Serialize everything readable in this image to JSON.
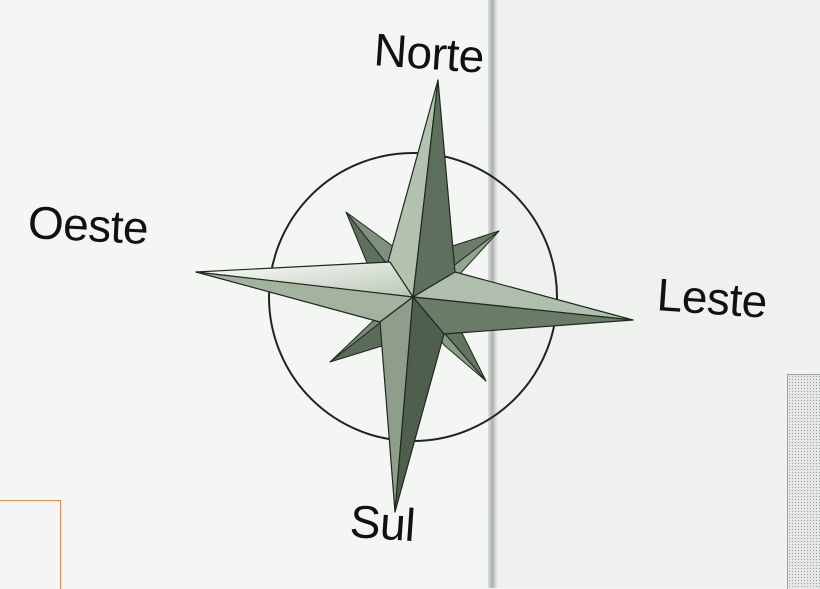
{
  "compass": {
    "north": "Norte",
    "south": "Sul",
    "east": "Leste",
    "west": "Oeste"
  },
  "colors": {
    "background": "#f4f6f3",
    "star_light": "#b9c7b5",
    "star_mid": "#8e9e8b",
    "star_dark": "#5f6f5e",
    "outline": "#1e2a1e",
    "circle": "#222222",
    "corner_mark": "#f08a4b"
  }
}
